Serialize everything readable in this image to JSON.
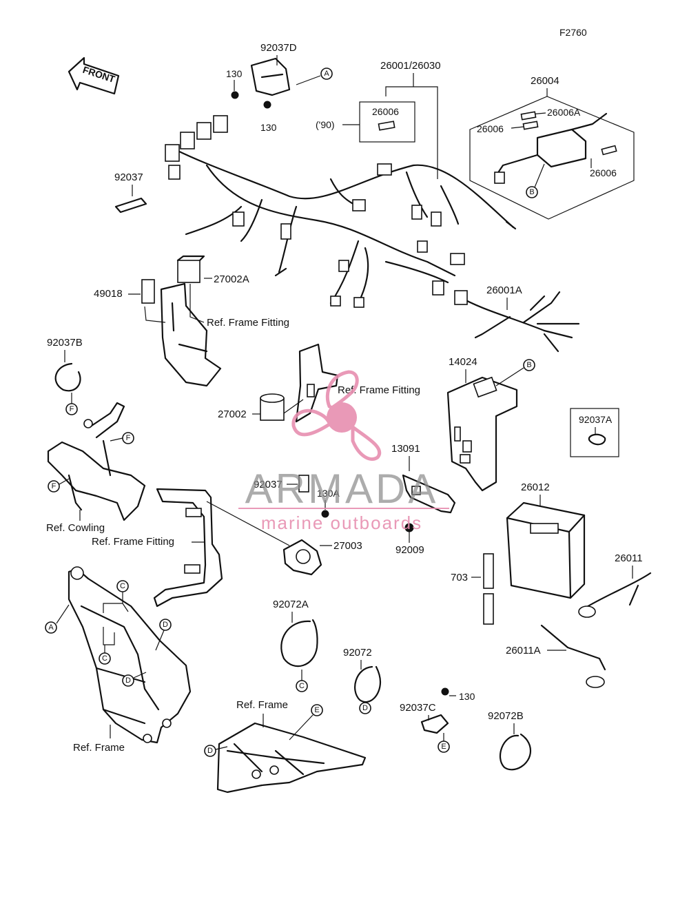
{
  "diagram_code": "F2760",
  "front_label": "FRONT",
  "labels": {
    "p92037D": "92037D",
    "p130_a": "130",
    "p130_b": "130",
    "p26001_26030": "26001/26030",
    "p26004": "26004",
    "p26006_box": "26006",
    "p90": "('90)",
    "p26006A": "26006A",
    "p26006_left": "26006",
    "p26006_right": "26006",
    "p92037": "92037",
    "p27002A": "27002A",
    "p49018": "49018",
    "ref_frame_fitting_1": "Ref. Frame Fitting",
    "p26001A": "26001A",
    "p92037B": "92037B",
    "p14024": "14024",
    "ref_frame_fitting_2": "Ref. Frame Fitting",
    "p27002": "27002",
    "p92037A": "92037A",
    "p13091": "13091",
    "p92037_mid": "92037",
    "p130A": "130A",
    "ref_cowling": "Ref. Cowling",
    "ref_frame_fitting_3": "Ref. Frame Fitting",
    "p27003": "27003",
    "p92009": "92009",
    "p26012": "26012",
    "p26011": "26011",
    "p703": "703",
    "p92072A": "92072A",
    "p26011A": "26011A",
    "p92072": "92072",
    "p130_c": "130",
    "ref_frame_1": "Ref. Frame",
    "p92037C": "92037C",
    "p92072B": "92072B",
    "ref_frame_2": "Ref. Frame"
  },
  "callouts": {
    "A": "A",
    "B": "B",
    "C": "C",
    "D": "D",
    "E": "E",
    "F": "F"
  },
  "watermark": {
    "brand": "ARMADA",
    "tagline": "marine outboards",
    "color": "#e78fb0"
  }
}
